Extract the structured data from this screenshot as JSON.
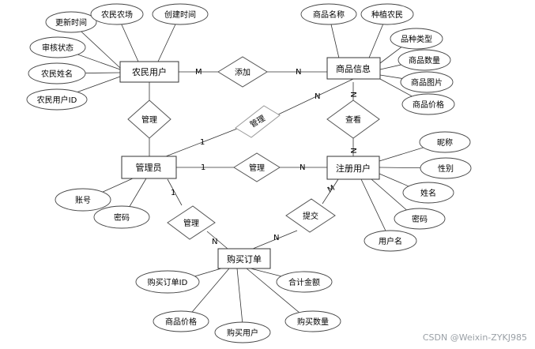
{
  "entities": {
    "farmer": "农民用户",
    "product": "商品信息",
    "admin": "管理员",
    "user": "注册用户",
    "order": "购买订单"
  },
  "relations": {
    "add": "添加",
    "manage_farmer": "管理",
    "manage_product": "管理",
    "view": "查看",
    "manage_user": "管理",
    "manage_order": "管理",
    "submit": "提交"
  },
  "attributes": {
    "farmer": [
      "更新时间",
      "农民农场",
      "创建时间",
      "审核状态",
      "农民姓名",
      "农民用户ID"
    ],
    "product": [
      "商品名称",
      "种植农民",
      "品种类型",
      "商品数量",
      "商品图片",
      "商品价格"
    ],
    "admin": [
      "账号",
      "密码"
    ],
    "user": [
      "昵称",
      "性别",
      "姓名",
      "密码",
      "用户名"
    ],
    "order": [
      "购买订单ID",
      "合计金额",
      "商品价格",
      "购买用户",
      "购买数量"
    ]
  },
  "cardinalities": {
    "farmer_add": "M",
    "add_product": "N",
    "admin_manage_product": "1",
    "manage_product_product": "N",
    "product_view": "N",
    "view_user": "N",
    "admin_manage_user": "1",
    "manage_user_user": "N",
    "admin_manage_order": "1",
    "manage_order_order": "N",
    "user_submit": "M",
    "submit_order": "N"
  },
  "watermark": "CSDN @Weixin-ZYKJ985"
}
